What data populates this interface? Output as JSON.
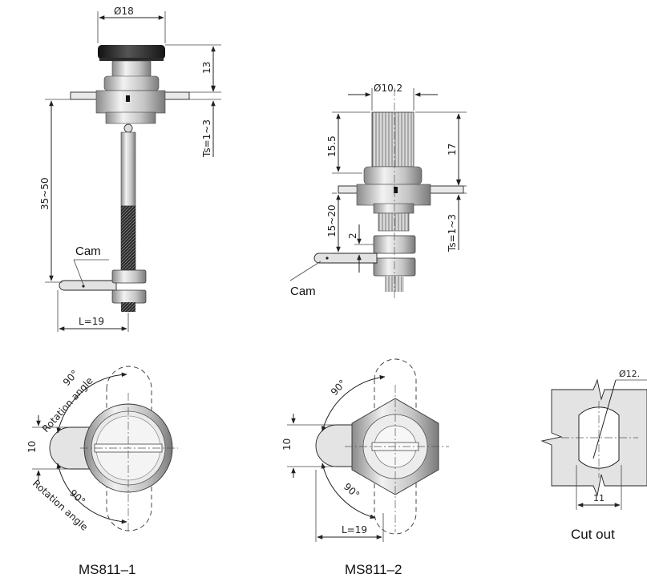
{
  "models": {
    "m1": "MS811–1",
    "m2": "MS811–2",
    "cutout": "Cut out"
  },
  "labels": {
    "cam": "Cam",
    "rotation_angle": "Rotation angle",
    "angle": "90°"
  },
  "dims": {
    "m1_diameter": "Ø18",
    "m1_head": "13",
    "m1_ts": "Ts=1~3",
    "m1_length": "35~50",
    "m1_L": "L=19",
    "m1_side": "10",
    "m2_diameter": "Ø10.2",
    "m2_top": "15.5",
    "m2_head": "17",
    "m2_range": "15~20",
    "m2_gap": "2",
    "m2_ts": "Ts=1~3",
    "m2_side": "10",
    "m2_L": "L=19",
    "cut_diameter": "Ø12.",
    "cut_width": "11"
  },
  "colors": {
    "ink": "#222222",
    "metal_light": "#d9d9d9",
    "metal_mid": "#a9a9a9",
    "knob_dark": "#2b2b2b",
    "panel": "#e6e6e6"
  }
}
